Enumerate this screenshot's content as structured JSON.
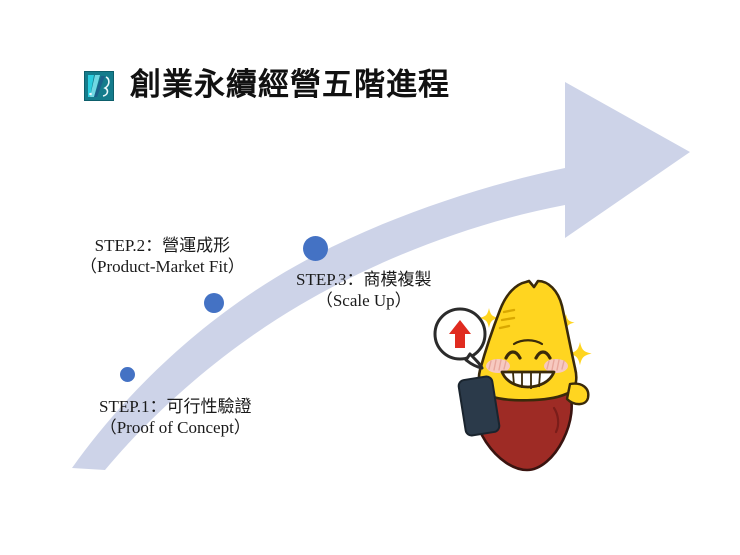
{
  "slide": {
    "title": "創業永續經營五階進程",
    "title_icon": "logo-icon",
    "background_color": "#ffffff"
  },
  "arrow": {
    "name": "upward-growth-arrow",
    "color": "#CDD3E8",
    "direction": "up-right"
  },
  "steps": [
    {
      "id": "step-1",
      "dot_color": "#4472C4",
      "line1": "STEP.1：可行性驗證",
      "line2": "（Proof of Concept）"
    },
    {
      "id": "step-2",
      "dot_color": "#4472C4",
      "line1": "STEP.2：營運成形",
      "line2": "（Product-Market Fit）"
    },
    {
      "id": "step-3",
      "dot_color": "#4472C4",
      "line1": "STEP.3：商模複製",
      "line2": "（Scale Up）"
    }
  ],
  "mascot": {
    "name": "sweet-potato-mascot",
    "flesh_color": "#FFD520",
    "skin_color": "#9E2B25",
    "phone_color": "#2B3A4A",
    "blush_color": "#F7C9C0",
    "sparkle_color": "#FFD520",
    "speech_bubble": {
      "name": "speech-bubble",
      "arrow_icon": "red-up-arrow-icon",
      "arrow_color": "#E02B20",
      "outline_color": "#2B2B2B"
    }
  }
}
